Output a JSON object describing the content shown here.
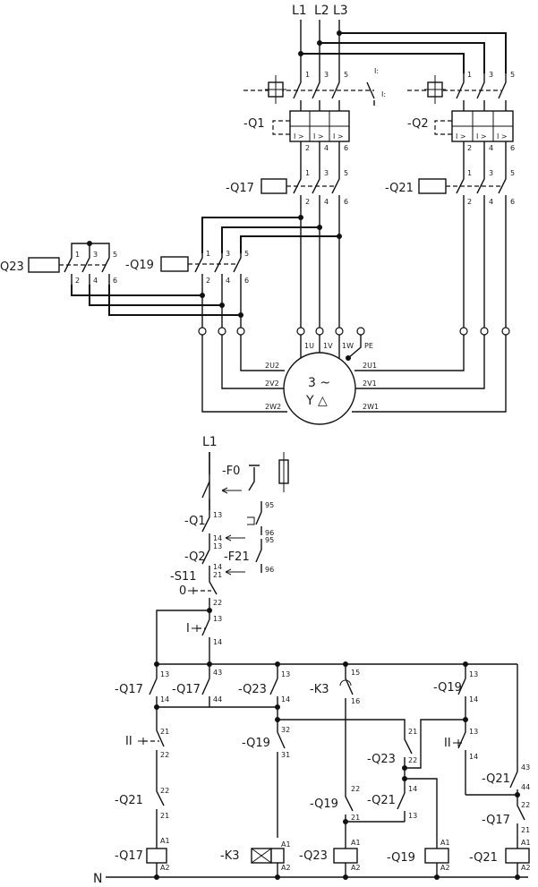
{
  "power": {
    "supply": [
      "L1",
      "L2",
      "L3"
    ],
    "q1": "-Q1",
    "q2": "-Q2",
    "q17": "-Q17",
    "q21": "-Q21",
    "q19": "-Q19",
    "q23": "Q23",
    "q1_pins_top": [
      "1",
      "3",
      "5"
    ],
    "q1_pins_bot": [
      "2",
      "4",
      "6"
    ],
    "overload": "I >",
    "aux": [
      "I:",
      "I:"
    ],
    "motor_term_top": [
      "1U",
      "1V",
      "1W",
      "PE"
    ],
    "motor_left": [
      "2U2",
      "2V2",
      "2W2"
    ],
    "motor_right": [
      "2U1",
      "2V1",
      "2W1"
    ],
    "motor_line1": "3 ~",
    "motor_line2": "Y △"
  },
  "control": {
    "supply": "L1",
    "neutral": "N",
    "f0": "-F0",
    "f21": "-F21",
    "q1": "-Q1",
    "q2": "-Q2",
    "s11": "-S11",
    "btn_off": "0",
    "btn_on": "I",
    "btn_2": "II",
    "pin_95": "95",
    "pin_96": "96",
    "pin_13": "13",
    "pin_14": "14",
    "pin_21": "21",
    "pin_22": "22",
    "pin_43": "43",
    "pin_44": "44",
    "pin_32": "32",
    "pin_31": "31",
    "pin_15": "15",
    "pin_16": "16",
    "pin_a1": "A1",
    "pin_a2": "A2",
    "q17": "-Q17",
    "q19": "-Q19",
    "q21": "-Q21",
    "q23": "-Q23",
    "k3": "-K3"
  }
}
